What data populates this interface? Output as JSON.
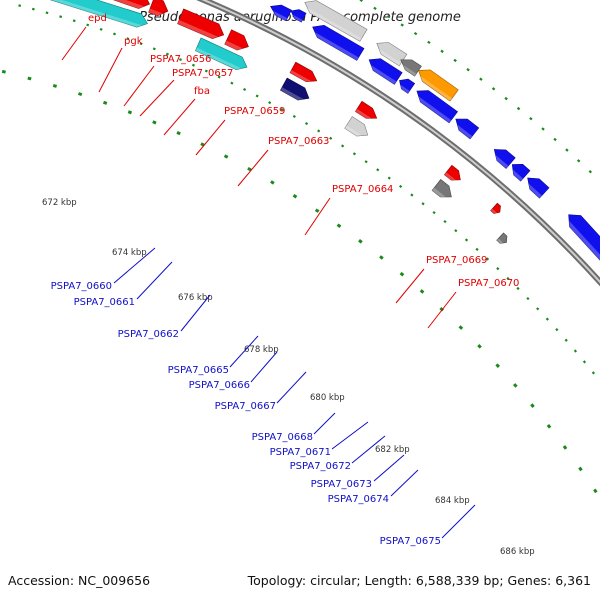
{
  "title": "Pseudomonas aeruginosa PA7, complete genome",
  "footer": {
    "accession": "Accession: NC_009656",
    "summary": "Topology: circular; Length: 6,588,339 bp; Genes: 6,361"
  },
  "colors": {
    "backbone": "#8c8c8c",
    "tick": "#1a8a1a",
    "forward_label": "#e00000",
    "reverse_label": "#1010c8",
    "red": "#ee0000",
    "cyan": "#22cccc",
    "blue": "#1010ee",
    "gray": "#777777",
    "lightgray": "#d2d2d2",
    "navy": "#101070",
    "orange": "#ff9900"
  },
  "kbp_ticks": [
    {
      "label": "672 kbp"
    },
    {
      "label": "674 kbp"
    },
    {
      "label": "676 kbp"
    },
    {
      "label": "678 kbp"
    },
    {
      "label": "680 kbp"
    },
    {
      "label": "682 kbp"
    },
    {
      "label": "684 kbp"
    },
    {
      "label": "686 kbp"
    }
  ],
  "forward_genes": [
    {
      "name": "epd",
      "color": "cyan"
    },
    {
      "name": "pgk",
      "color": "red"
    },
    {
      "name": "PSPA7_0656",
      "color": "red"
    },
    {
      "name": "PSPA7_0657",
      "color": "red"
    },
    {
      "name": "fba",
      "color": "red"
    },
    {
      "name": "PSPA7_0659",
      "color": "red"
    },
    {
      "name": "PSPA7_0663",
      "color": "red"
    },
    {
      "name": "PSPA7_0664",
      "color": "red"
    },
    {
      "name": "PSPA7_0669",
      "color": "red"
    },
    {
      "name": "PSPA7_0670",
      "color": "red"
    }
  ],
  "reverse_genes": [
    {
      "name": "PSPA7_0660",
      "color": "blue"
    },
    {
      "name": "PSPA7_0661",
      "color": "blue"
    },
    {
      "name": "PSPA7_0662",
      "color": "blue"
    },
    {
      "name": "PSPA7_0665",
      "color": "blue"
    },
    {
      "name": "PSPA7_0666",
      "color": "blue"
    },
    {
      "name": "PSPA7_0667",
      "color": "blue"
    },
    {
      "name": "PSPA7_0668",
      "color": "blue"
    },
    {
      "name": "PSPA7_0671",
      "color": "blue"
    },
    {
      "name": "PSPA7_0672",
      "color": "blue"
    },
    {
      "name": "PSPA7_0673",
      "color": "blue"
    },
    {
      "name": "PSPA7_0674",
      "color": "blue"
    },
    {
      "name": "PSPA7_0675",
      "color": "blue"
    }
  ]
}
